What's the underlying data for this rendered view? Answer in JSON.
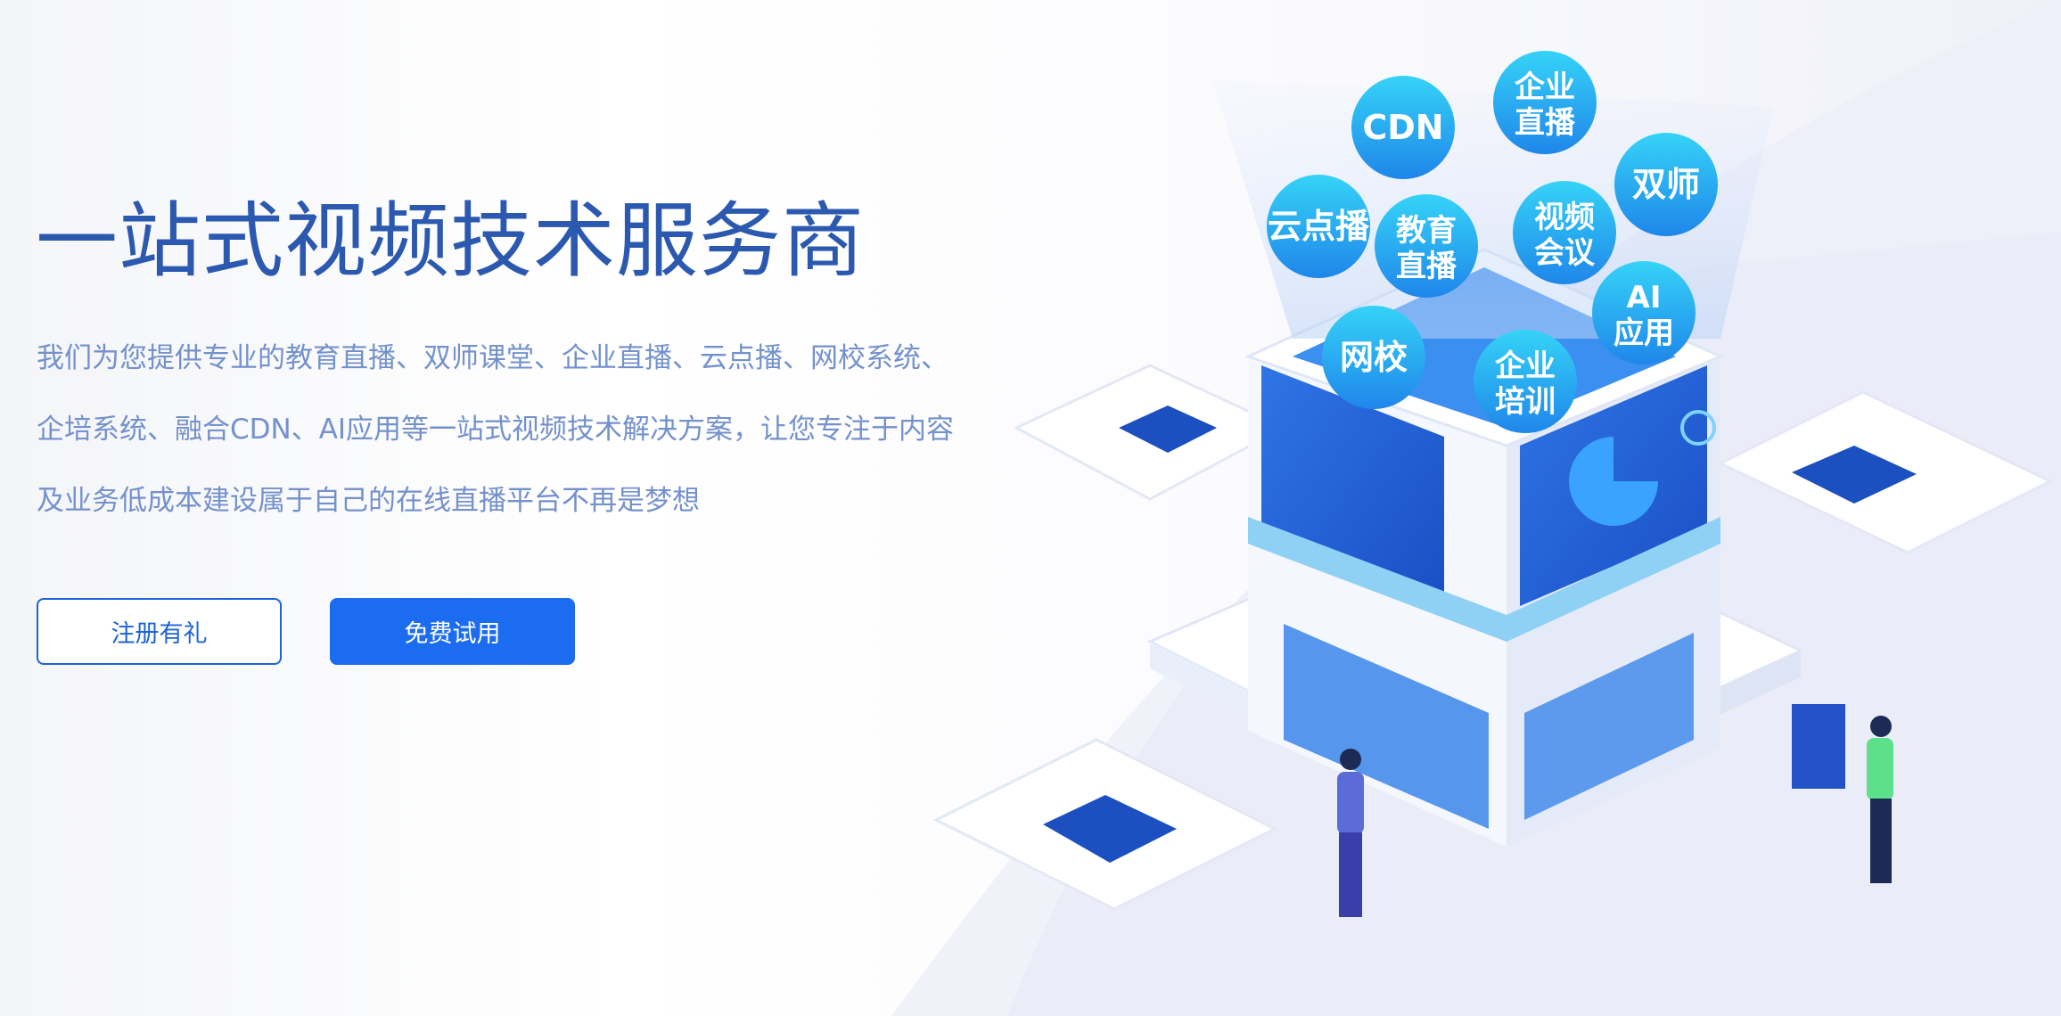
{
  "hero": {
    "title": "一站式视频技术服务商",
    "description_lines": [
      "我们为您提供专业的教育直播、双师课堂、企业直播、云点播、网校系统、",
      "企培系统、融合CDN、AI应用等一站式视频技术解决方案，让您专注于内容",
      "及业务低成本建设属于自己的在线直播平台不再是梦想"
    ],
    "buttons": {
      "register": "注册有礼",
      "trial": "免费试用"
    }
  },
  "illustration": {
    "bubbles": [
      {
        "l1": "CDN",
        "l2": ""
      },
      {
        "l1": "企业",
        "l2": "直播"
      },
      {
        "l1": "双师",
        "l2": ""
      },
      {
        "l1": "云点播",
        "l2": ""
      },
      {
        "l1": "教育",
        "l2": "直播"
      },
      {
        "l1": "视频",
        "l2": "会议"
      },
      {
        "l1": "AI",
        "l2": "应用"
      },
      {
        "l1": "网校",
        "l2": ""
      },
      {
        "l1": "企业",
        "l2": "培训"
      }
    ]
  },
  "colors": {
    "primary": "#1b6cf0",
    "title": "#2c59b0",
    "text": "#7391cc",
    "bubble": "#2aa6f0"
  }
}
